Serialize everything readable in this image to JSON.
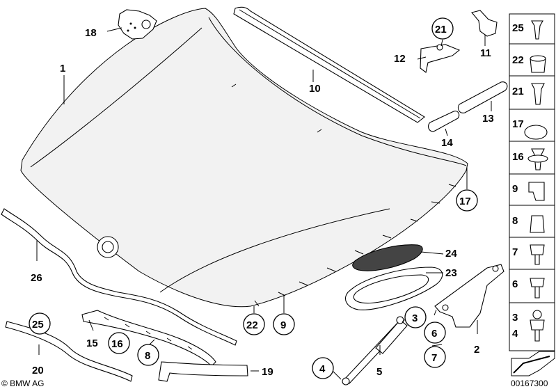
{
  "callouts": {
    "p1": "1",
    "p2": "2",
    "p3": "3",
    "p4": "4",
    "p5": "5",
    "p6": "6",
    "p7": "7",
    "p8": "8",
    "p9": "9",
    "p10": "10",
    "p11": "11",
    "p12": "12",
    "p13": "13",
    "p14": "14",
    "p15": "15",
    "p16": "16",
    "p17": "17",
    "p18": "18",
    "p19": "19",
    "p20": "20",
    "p21": "21",
    "p22": "22",
    "p23": "23",
    "p24": "24",
    "p25": "25",
    "p26": "26"
  },
  "legend": {
    "items": [
      "25",
      "22",
      "21",
      "17",
      "16",
      "9",
      "8",
      "7",
      "6",
      "3",
      "4"
    ]
  },
  "footer": {
    "brand": "© BMW AG",
    "diagram_number": "00167300"
  }
}
